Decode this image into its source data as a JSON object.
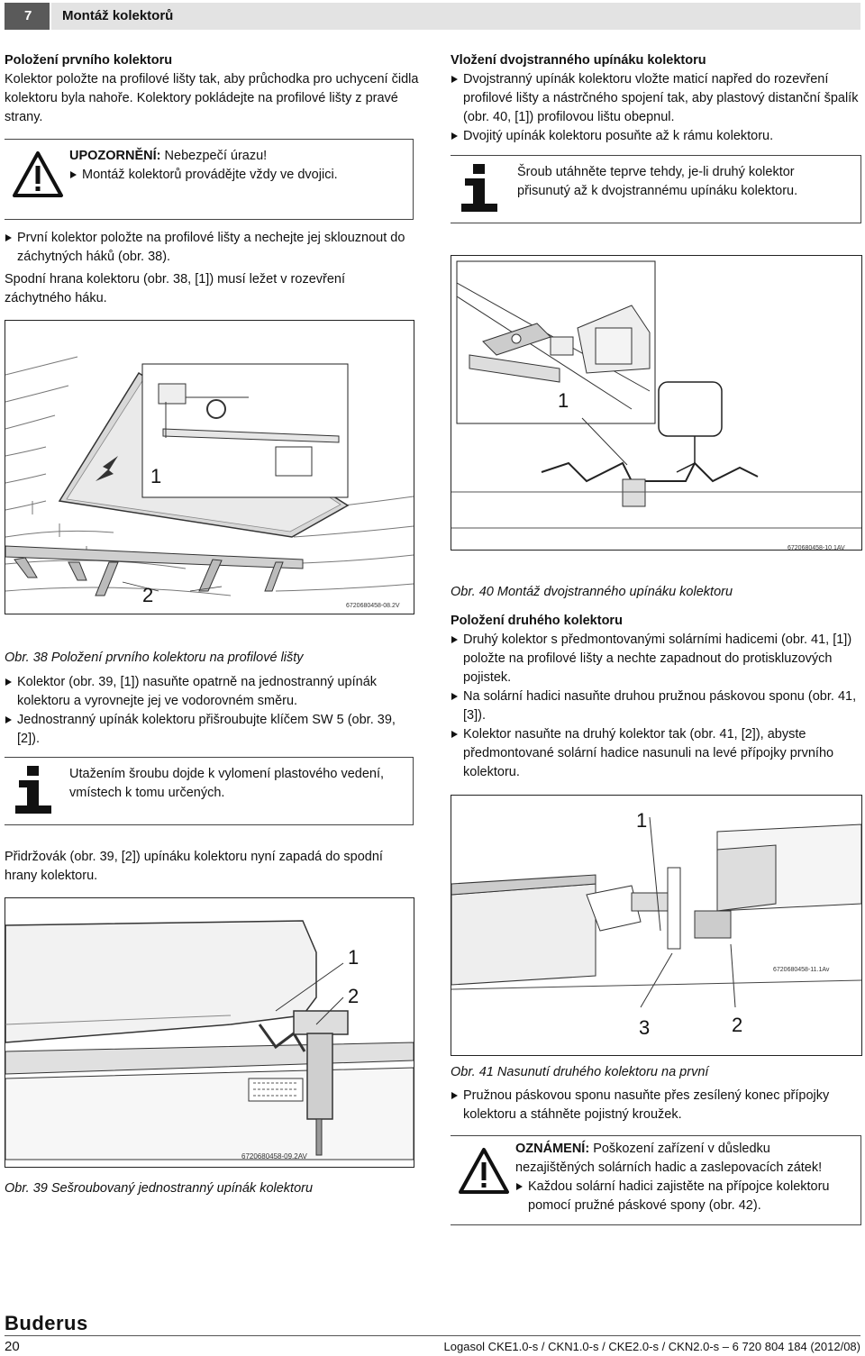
{
  "header": {
    "chapter_number": "7",
    "chapter_title": "Montáž kolektorů"
  },
  "left": {
    "section1_title": "Položení prvního kolektoru",
    "section1_text": "Kolektor položte na profilové lišty tak, aby průchodka pro uchycení čidla kolektoru byla nahoře. Kolektory pokládejte na profilové lišty z pravé strany.",
    "warning_title": "UPOZORNĚNÍ:",
    "warning_text": " Nebezpečí úrazu!",
    "warning_bullet": "Montáž kolektorů provádějte vždy ve dvojici.",
    "bullet1": "První kolektor položte na profilové lišty a nechejte jej sklouznout do záchytných háků (obr. 38).",
    "text2": "Spodní hrana kolektoru (obr. 38, [1]) musí ležet v rozevření záchytného háku.",
    "fig38_labels": [
      "1",
      "2"
    ],
    "fig38_code": "6720680458-08.2V",
    "fig38_caption_label": "Obr. 38",
    "fig38_caption": "Položení prvního kolektoru na profilové lišty",
    "bullet2": "Kolektor (obr. 39, [1]) nasuňte opatrně na jednostranný upínák kolektoru a vyrovnejte jej ve vodorovném směru.",
    "bullet3": "Jednostranný upínák kolektoru přišroubujte klíčem SW 5 (obr. 39, [2]).",
    "info_text": "Utažením šroubu dojde k vylomení plastového vedení, vmístech k tomu určených.",
    "text3": "Přidržovák (obr. 39, [2]) upínáku kolektoru nyní zapadá do spodní hrany kolektoru.",
    "fig39_labels": [
      "1",
      "2"
    ],
    "fig39_code": "6720680458-09.2AV",
    "fig39_caption_label": "Obr. 39",
    "fig39_caption": "Sešroubovaný jednostranný upínák kolektoru"
  },
  "right": {
    "section1_title": "Vložení dvojstranného upínáku kolektoru",
    "bullet1": "Dvojstranný upínák kolektoru vložte maticí napřed do rozevření profilové lišty a nástrčného spojení tak, aby plastový distanční špalík (obr. 40, [1]) profilovou lištu obepnul.",
    "bullet2": "Dvojitý upínák kolektoru posuňte až k rámu kolektoru.",
    "info_text": "Šroub utáhněte teprve tehdy, je-li druhý kolektor přisunutý až k dvojstrannému upínáku kolektoru.",
    "fig40_labels": [
      "1"
    ],
    "fig40_code": "6720680458-10.1AV",
    "fig40_caption_label": "Obr. 40",
    "fig40_caption": "Montáž dvojstranného upínáku kolektoru",
    "section2_title": "Položení druhého kolektoru",
    "bullet3": "Druhý kolektor s předmontovanými solárními hadicemi (obr. 41, [1]) položte na profilové lišty a nechte zapadnout do protiskluzových pojistek.",
    "bullet4": "Na solární hadici nasuňte druhou pružnou páskovou sponu (obr. 41, [3]).",
    "bullet5": "Kolektor nasuňte na druhý kolektor tak (obr. 41, [2]), abyste předmontované solární hadice nasunuli na levé přípojky prvního kolektoru.",
    "fig41_labels": [
      "1",
      "3",
      "2"
    ],
    "fig41_code": "6720680458-11.1Av",
    "fig41_caption_label": "Obr. 41",
    "fig41_caption": "Nasunutí druhého kolektoru na první",
    "bullet6": "Pružnou páskovou sponu nasuňte přes zesílený konec přípojky kolektoru a stáhněte pojistný kroužek.",
    "notice_title": "OZNÁMENÍ:",
    "notice_text": " Poškození zařízení v důsledku nezajištěných solárních hadic a zaslepovacích zátek!",
    "notice_bullet": "Každou solární hadici zajistěte na přípojce kolektoru pomocí pružné páskové spony (obr. 42)."
  },
  "footer": {
    "brand": "Buderus",
    "page_number": "20",
    "doc_ref": "Logasol CKE1.0-s / CKN1.0-s / CKE2.0-s / CKN2.0-s – 6 720 804 184 (2012/08)"
  }
}
